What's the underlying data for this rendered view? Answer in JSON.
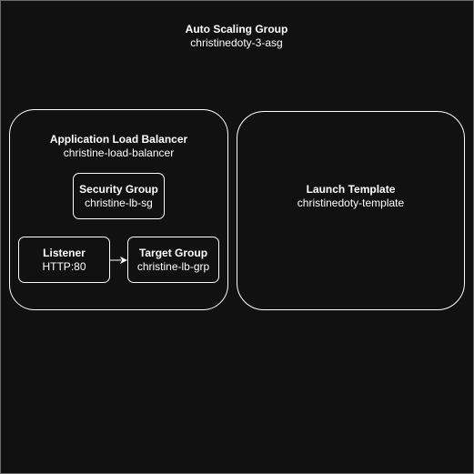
{
  "asg": {
    "title": "Auto Scaling Group",
    "name": "christinedoty-3-asg"
  },
  "alb": {
    "title": "Application Load Balancer",
    "name": "christine-load-balancer"
  },
  "security_group": {
    "title": "Security Group",
    "name": "christine-lb-sg"
  },
  "listener": {
    "title": "Listener",
    "name": "HTTP:80"
  },
  "target_group": {
    "title": "Target Group",
    "name": "christine-lb-grp"
  },
  "launch_template": {
    "title": "Launch Template",
    "name": "christinedoty-template"
  },
  "colors": {
    "background": "#111111",
    "stroke": "#ffffff",
    "text": "#ffffff"
  }
}
